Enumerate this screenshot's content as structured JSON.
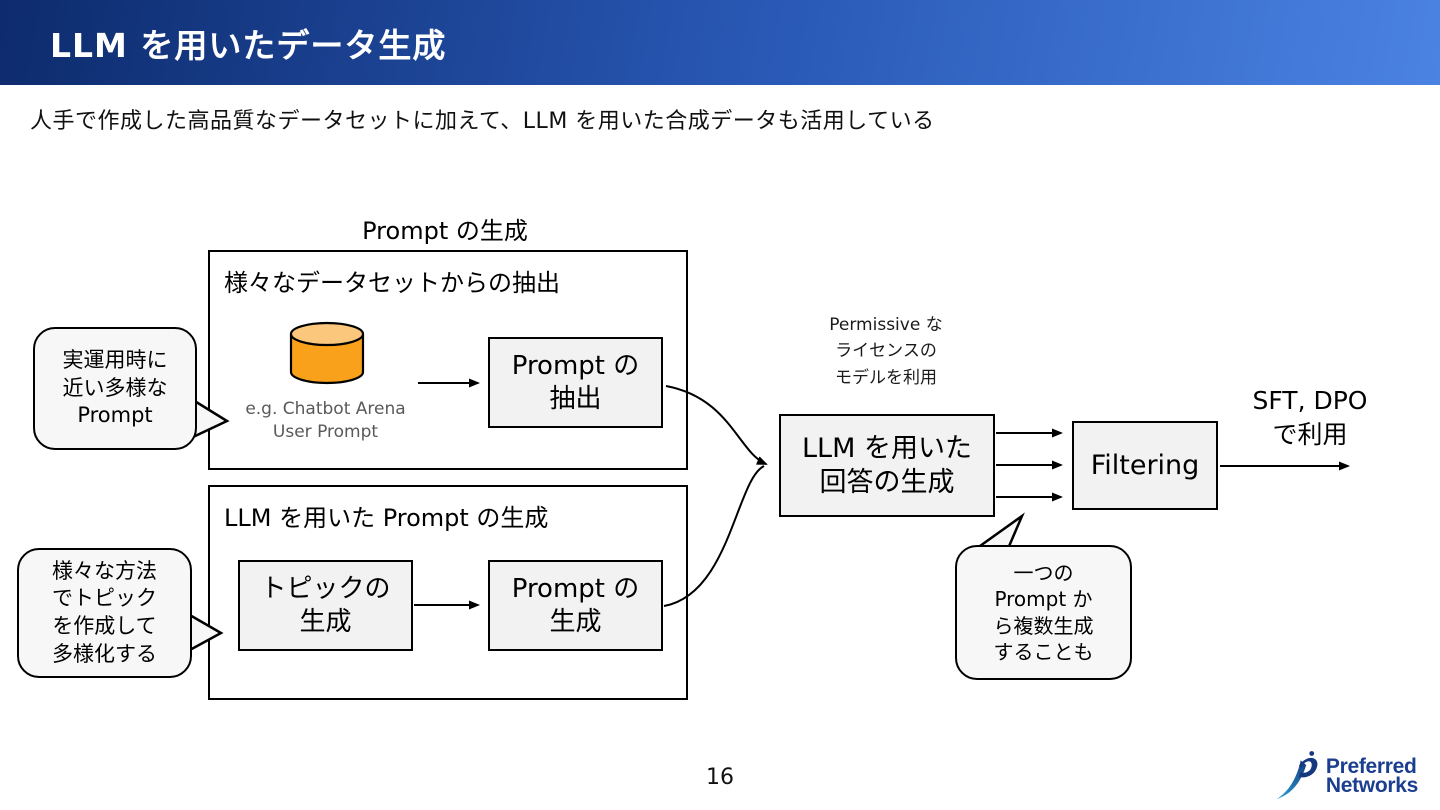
{
  "slide": {
    "header": {
      "title": "LLM を用いたデータ生成"
    },
    "subtitle": "人手で作成した高品質なデータセットに加えて、LLM を用いた合成データも活用している",
    "page_number": "16"
  },
  "diagram": {
    "prompt_generation_heading": "Prompt の生成",
    "dataset_extraction_group": {
      "label": "様々なデータセットからの抽出",
      "database_icon": "database-cylinder",
      "database_caption": {
        "line1": "e.g. Chatbot Arena",
        "line2": "User Prompt"
      },
      "extract_box": {
        "line1": "Prompt の",
        "line2": "抽出"
      }
    },
    "llm_prompt_group": {
      "label": "LLM を用いた Prompt の生成",
      "topic_box": {
        "line1": "トピックの",
        "line2": "生成"
      },
      "prompt_box": {
        "line1": "Prompt の",
        "line2": "生成"
      }
    },
    "answer_box": {
      "line1": "LLM を用いた",
      "line2": "回答の生成"
    },
    "permissive_note": {
      "line1": "Permissive な",
      "line2": "ライセンスの",
      "line3": "モデルを利用"
    },
    "filtering_box": {
      "label": "Filtering"
    },
    "output_note": {
      "line1": "SFT, DPO",
      "line2": "で利用"
    },
    "bubbles": {
      "real_use": {
        "line1": "実運用時に",
        "line2": "近い多様な",
        "line3": "Prompt"
      },
      "topic_variety": {
        "line1": "様々な方法",
        "line2": "でトピック",
        "line3": "を作成して",
        "line4": "多様化する"
      },
      "multi_generate": {
        "line1": "一つの",
        "line2": "Prompt か",
        "line3": "ら複数生成",
        "line4": "することも"
      }
    }
  },
  "footer": {
    "logo": {
      "line1": "Preferred",
      "line2": "Networks",
      "icon": "pfn-swoosh"
    }
  },
  "colors": {
    "header_gradient_start": "#0d2b6d",
    "header_gradient_end": "#4b83e2",
    "database_orange": "#F9A11B",
    "database_orange_top": "#FBC77D",
    "box_fill_gray": "#f2f2f2",
    "bubble_fill": "#f7f7f7",
    "logo_navy": "#1b3e8f"
  }
}
